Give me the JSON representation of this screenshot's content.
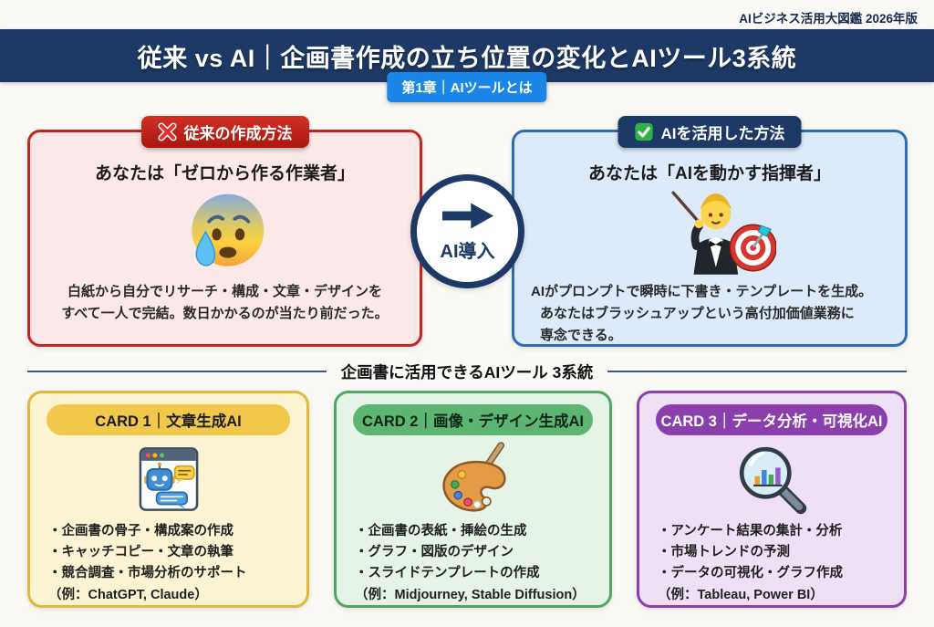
{
  "meta": {
    "edition": "AIビジネス活用大図鑑 2026年版"
  },
  "header": {
    "title": "従来 vs AI｜企画書作成の立ち位置の変化とAIツール3系統",
    "chapter_badge": "第1章｜AIツールとは"
  },
  "comparison": {
    "before": {
      "badge_icon": "cross-mark-icon",
      "badge_label": "従来の作成方法",
      "heading": "あなたは「ゼロから作る作業者」",
      "emoji": "anxious-face-with-sweat-emoji",
      "body_lines": [
        "白紙から自分でリサーチ・構成・文章・デザインを",
        "すべて一人で完結。数日かかるのが当たり前だった。"
      ]
    },
    "transition": {
      "icon": "right-arrow-icon",
      "label": "AI導入"
    },
    "after": {
      "badge_icon": "check-mark-icon",
      "badge_label": "AIを活用した方法",
      "heading": "あなたは「AIを動かす指揮者」",
      "emoji": "conductor-with-baton-and-target-emoji",
      "body_lines": [
        "AIがプロンプトで瞬時に下書き・テンプレートを生成。",
        "あなたはブラッシュアップという高付加価値業務に",
        "専念できる。"
      ]
    }
  },
  "tools": {
    "divider_title": "企画書に活用できるAIツール 3系統",
    "cards": [
      {
        "title": "CARD 1｜文章生成AI",
        "icon": "chat-robot-browser-icon",
        "accent": "#E0B83A",
        "items": [
          "・企画書の骨子・構成案の作成",
          "・キャッチコピー・文章の執筆",
          "・競合調査・市場分析のサポート",
          "（例：ChatGPT, Claude）"
        ]
      },
      {
        "title": "CARD 2｜画像・デザイン生成AI",
        "icon": "paint-palette-brush-icon",
        "accent": "#4FA763",
        "items": [
          "・企画書の表紙・挿絵の生成",
          "・グラフ・図版のデザイン",
          "・スライドテンプレートの作成",
          "（例：Midjourney, Stable Diffusion）"
        ]
      },
      {
        "title": "CARD 3｜データ分析・可視化AI",
        "icon": "bar-chart-magnifier-icon",
        "accent": "#8A3FAD",
        "items": [
          "・アンケート結果の集計・分析",
          "・市場トレンドの予測",
          "・データの可視化・グラフ作成",
          "（例：Tableau, Power BI）"
        ]
      }
    ]
  },
  "colors": {
    "navy": "#1D3A66",
    "chapter_blue": "#1A87E8",
    "before_red": "#C4261D",
    "before_bg": "#FBE8E8",
    "after_blue": "#2E6DB3",
    "after_bg": "#DCEAF9",
    "card1_bg": "#FCF3D2",
    "card2_bg": "#E6F4E7",
    "card3_bg": "#EEE1F5"
  }
}
